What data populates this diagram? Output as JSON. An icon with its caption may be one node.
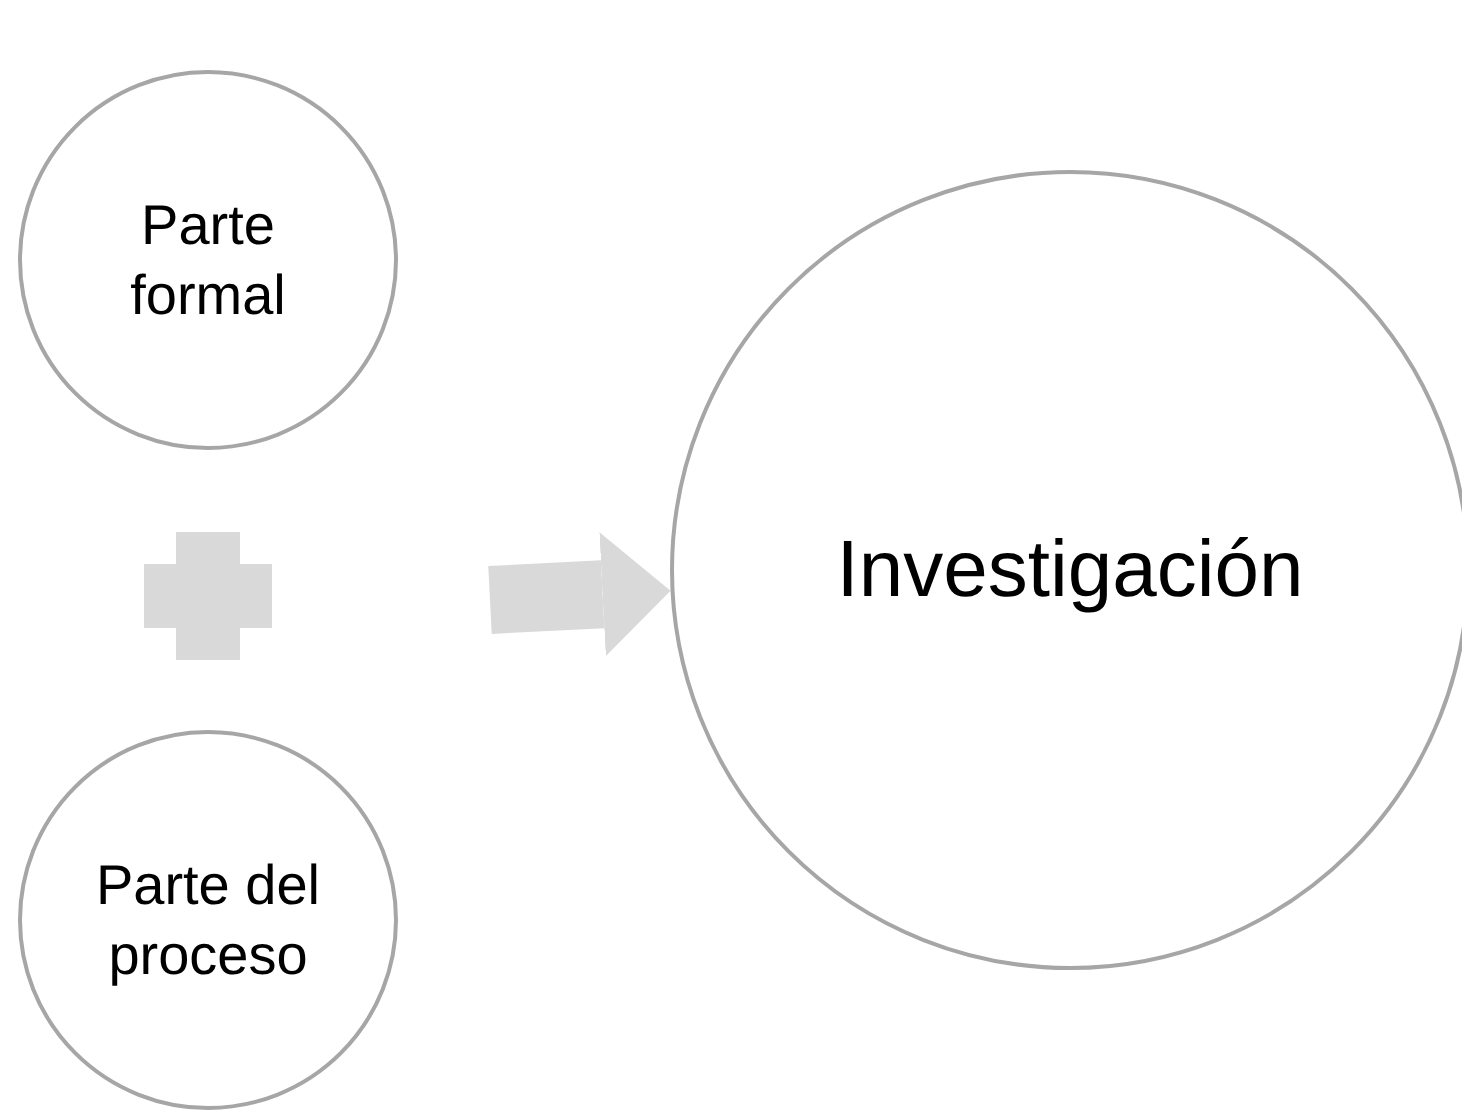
{
  "diagram": {
    "nodes": [
      {
        "text": [
          "Parte formal"
        ]
      },
      {
        "text": [
          "Parte del proceso"
        ]
      },
      {
        "text": [
          "Investigación"
        ]
      }
    ],
    "edges": [
      {
        "from": null,
        "to": 2,
        "arrow": "to"
      }
    ]
  }
}
